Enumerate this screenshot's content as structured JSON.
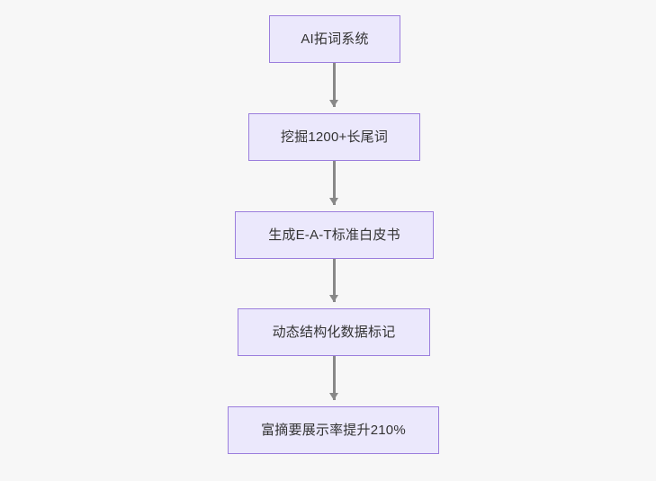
{
  "diagram": {
    "type": "flowchart",
    "orientation": "top-to-bottom",
    "background_color": "#f7f7f7",
    "node_fill_color": "#ebe8fc",
    "node_border_color": "#9b7edd",
    "node_text_color": "#333333",
    "edge_color": "#888888",
    "nodes": [
      {
        "id": "n1",
        "label": "AI拓词系统"
      },
      {
        "id": "n2",
        "label": "挖掘1200+长尾词"
      },
      {
        "id": "n3",
        "label": "生成E-A-T标准白皮书"
      },
      {
        "id": "n4",
        "label": "动态结构化数据标记"
      },
      {
        "id": "n5",
        "label": "富摘要展示率提升210%"
      }
    ],
    "edges": [
      {
        "id": "e1",
        "from": "n1",
        "to": "n2",
        "arrow": "arrow-down-icon"
      },
      {
        "id": "e2",
        "from": "n2",
        "to": "n3",
        "arrow": "arrow-down-icon"
      },
      {
        "id": "e3",
        "from": "n3",
        "to": "n4",
        "arrow": "arrow-down-icon"
      },
      {
        "id": "e4",
        "from": "n4",
        "to": "n5",
        "arrow": "arrow-down-icon"
      }
    ]
  }
}
